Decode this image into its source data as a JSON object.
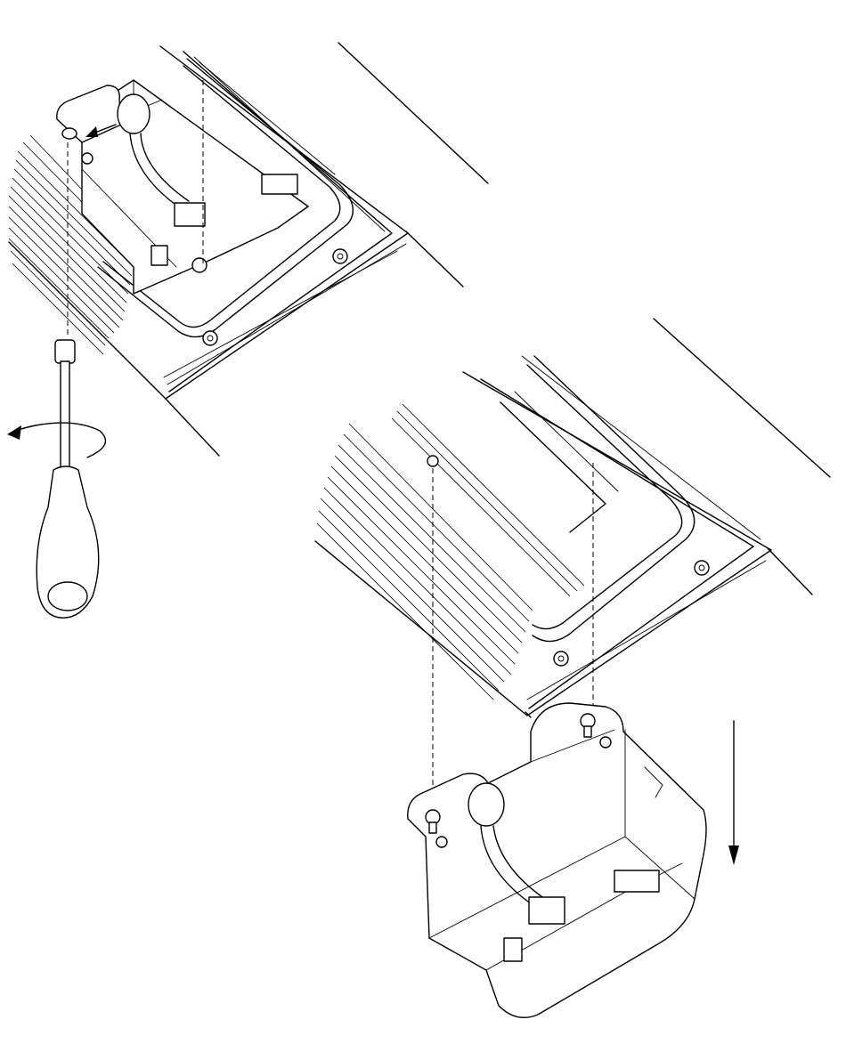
{
  "figure": {
    "kind": "installation-diagram",
    "text": [],
    "steps": [
      {
        "name": "unscrew-bracket-screw",
        "tool": "screwdriver-icon",
        "motion": "counter-clockwise-rotation-arrow"
      },
      {
        "name": "detach-driver-box",
        "motion": "downward-arrow"
      }
    ],
    "colors": {
      "line": "#000000",
      "background": "#ffffff"
    }
  }
}
